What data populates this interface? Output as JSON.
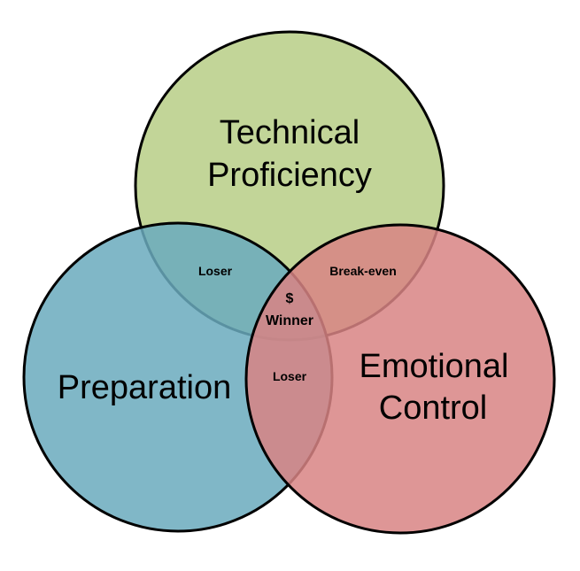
{
  "circles": {
    "technical": {
      "line1": "Technical",
      "line2": "Proficiency",
      "color": "#b9cf8a"
    },
    "preparation": {
      "label": "Preparation",
      "color": "#6aaabd"
    },
    "emotional": {
      "line1": "Emotional",
      "line2": "Control",
      "color": "#d88484"
    }
  },
  "overlaps": {
    "technical_preparation": "Loser",
    "technical_emotional": "Break-even",
    "preparation_emotional": "Loser",
    "center_symbol": "$",
    "center_label": "Winner"
  }
}
